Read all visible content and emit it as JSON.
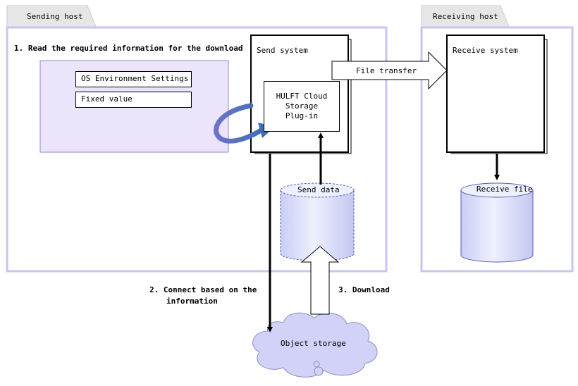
{
  "sending_host": {
    "tab_label": "Sending host",
    "step1": "1. Read the required information for the download",
    "settings": [
      "OS Environment Settings",
      "Fixed value"
    ],
    "send_system": {
      "title": "Send system",
      "plugin": [
        "HULFT Cloud",
        "Storage",
        "Plug-in"
      ]
    },
    "send_data": "Send data"
  },
  "file_transfer": "File transfer",
  "receiving_host": {
    "tab_label": "Receiving host",
    "receive_system": "Receive system",
    "receive_file": "Receive file"
  },
  "step2": [
    "2. Connect based on the",
    "information"
  ],
  "step3": "3. Download",
  "object_storage": "Object storage",
  "colors": {
    "host_border": "#c6c6f0",
    "tab_fill": "#e6e6e6",
    "settings_panel": "#ece4fb",
    "cylinder_fill": "#d4d8f8",
    "cloud_fill": "#d2d2f8",
    "curved_arrow": "#3a5da8"
  }
}
